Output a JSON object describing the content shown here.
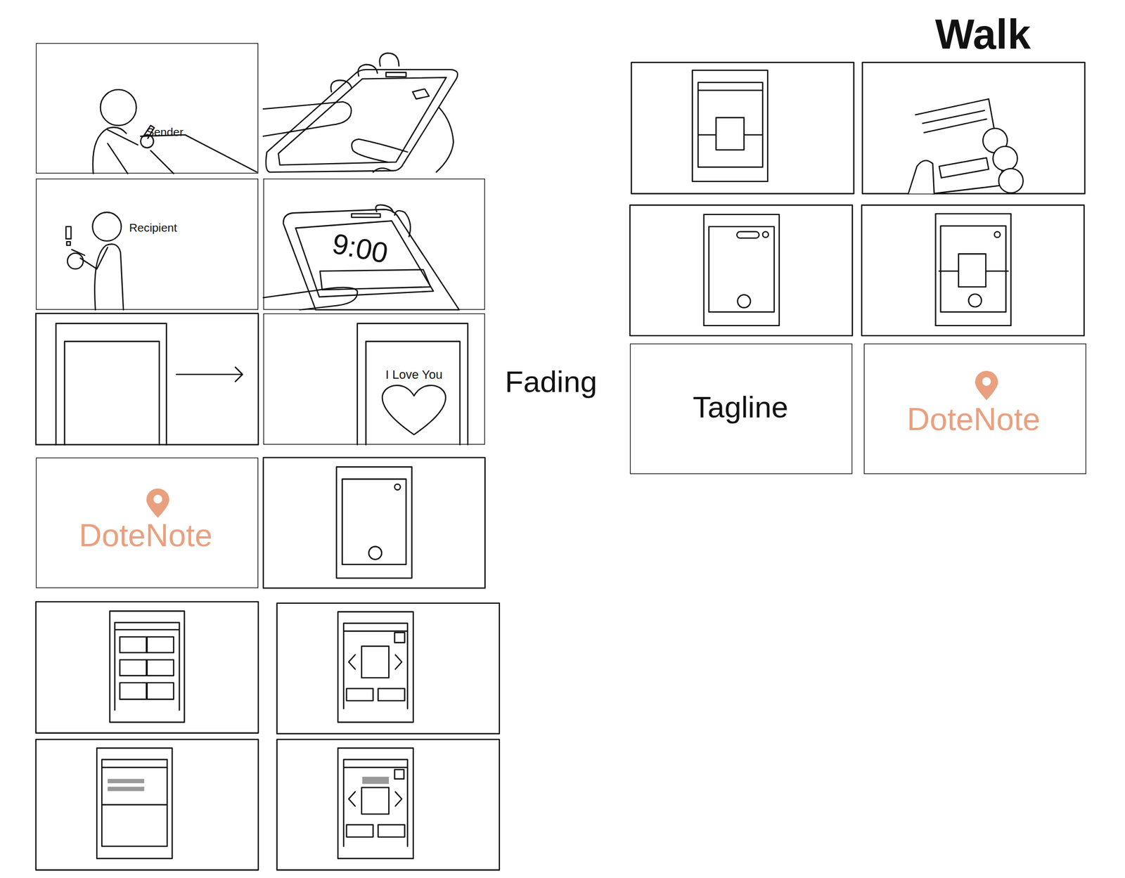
{
  "diagram": {
    "nodes": [
      {
        "text": [
          "Sender"
        ]
      },
      {
        "text": [
          "Recipient"
        ]
      },
      {
        "text": [
          "9:00"
        ]
      },
      {
        "text": [
          "I Love You"
        ]
      },
      {
        "text": [
          "DoteNote"
        ]
      },
      {
        "text": [
          "Tagline"
        ]
      },
      {
        "text": [
          "DoteNote"
        ]
      }
    ],
    "labels": [
      "Walk",
      "Fading"
    ]
  }
}
